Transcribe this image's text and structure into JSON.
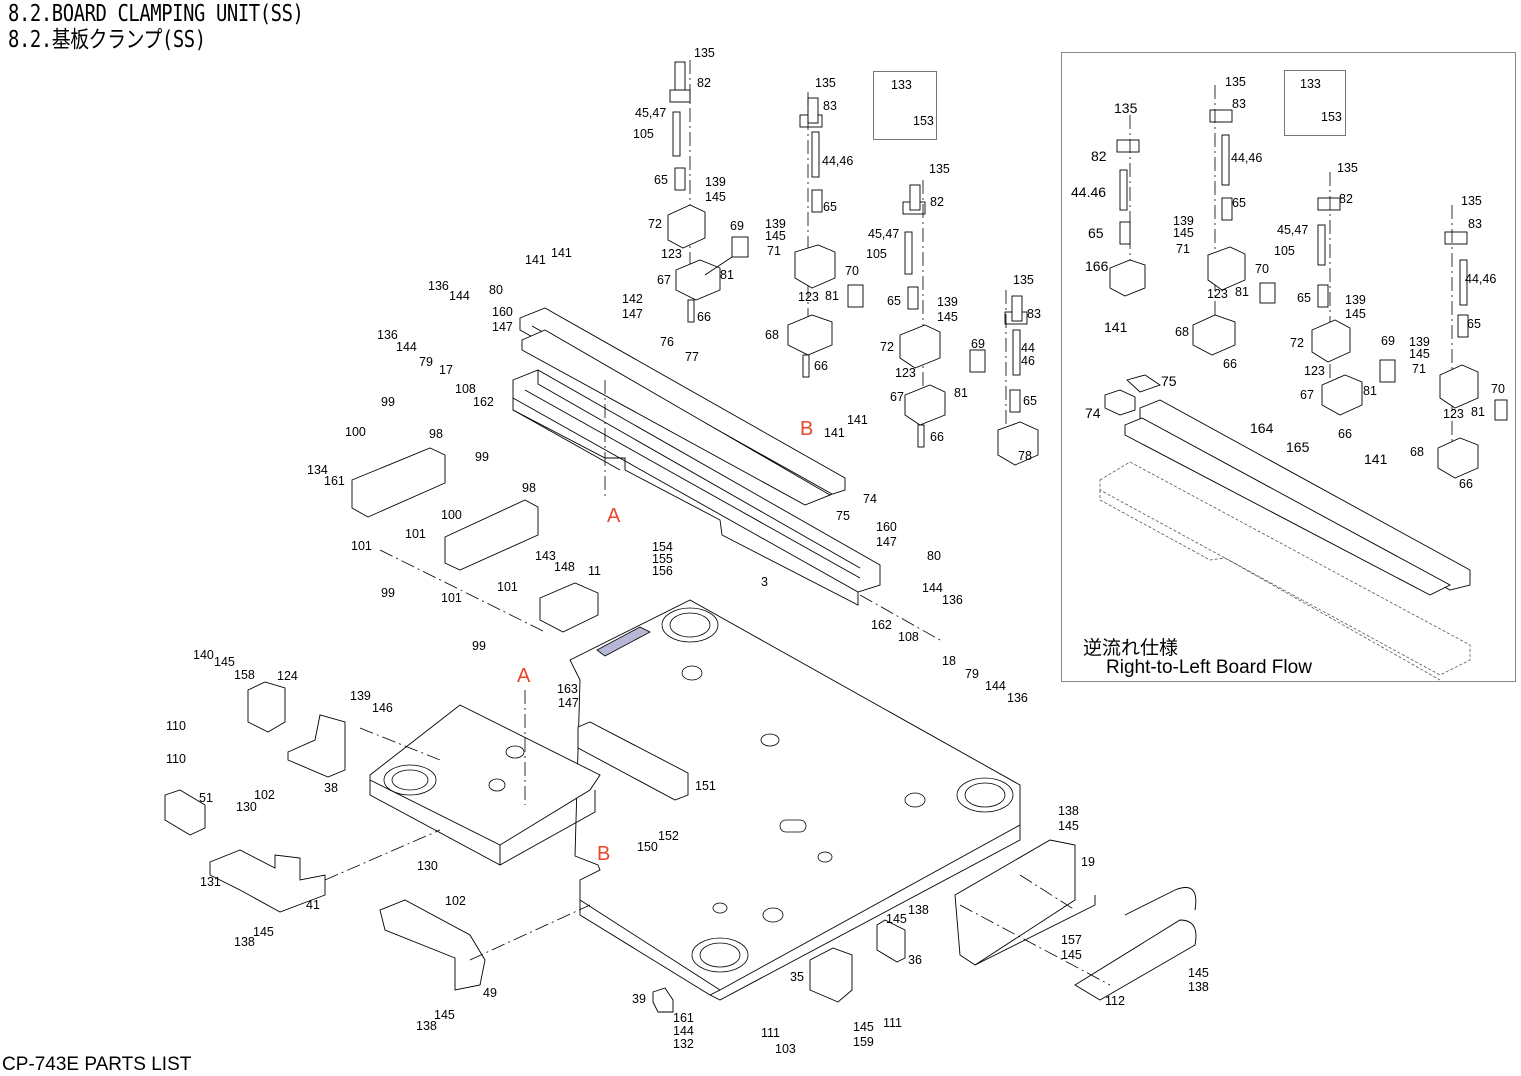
{
  "header": {
    "title_en": "8.2.BOARD CLAMPING UNIT(SS)",
    "title_jp": "8.2.基板クランプ(SS)"
  },
  "footer": {
    "text": "CP-743E PARTS LIST"
  },
  "inset": {
    "note_jp": "逆流れ仕様",
    "note_en": "Right-to-Left Board Flow"
  },
  "colors": {
    "reference_marker": "#e8452a",
    "highlight_part": "#b7b7d8",
    "inset_border": "#888888"
  },
  "reference_markers": [
    {
      "id": "A",
      "text": "A"
    },
    {
      "id": "A2",
      "text": "A"
    },
    {
      "id": "B",
      "text": "B"
    },
    {
      "id": "B2",
      "text": "B"
    }
  ],
  "callouts": {
    "main": [
      "135",
      "82",
      "45,47",
      "105",
      "65",
      "139",
      "145",
      "72",
      "69",
      "123",
      "67",
      "81",
      "66",
      "135",
      "83",
      "44,46",
      "65",
      "139",
      "145",
      "71",
      "70",
      "123",
      "81",
      "68",
      "66",
      "133",
      "153",
      "135",
      "82",
      "45,47",
      "105",
      "65",
      "139",
      "145",
      "72",
      "69",
      "123",
      "81",
      "67",
      "66",
      "135",
      "83",
      "44",
      "46",
      "65",
      "78",
      "141",
      "141",
      "142",
      "147",
      "136",
      "144",
      "80",
      "160",
      "147",
      "136",
      "144",
      "79",
      "17",
      "108",
      "162",
      "76",
      "77",
      "141",
      "141",
      "74",
      "75",
      "160",
      "147",
      "3",
      "99",
      "100",
      "98",
      "134",
      "161",
      "101",
      "101",
      "99",
      "99",
      "100",
      "98",
      "101",
      "101",
      "99",
      "143",
      "148",
      "11",
      "154",
      "155",
      "156",
      "80",
      "144",
      "136",
      "162",
      "108",
      "18",
      "79",
      "144",
      "136",
      "140",
      "145",
      "158",
      "124",
      "110",
      "110",
      "139",
      "146",
      "38",
      "163",
      "147",
      "151",
      "152",
      "150",
      "51",
      "102",
      "130",
      "131",
      "41",
      "138",
      "145",
      "130",
      "102",
      "49",
      "138",
      "145",
      "138",
      "145",
      "19",
      "145",
      "138",
      "36",
      "35",
      "111",
      "111",
      "103",
      "145",
      "159",
      "39",
      "161",
      "144",
      "132",
      "157",
      "145",
      "112",
      "145",
      "138"
    ],
    "inset": [
      "135",
      "82",
      "44.46",
      "65",
      "166",
      "135",
      "83",
      "44,46",
      "65",
      "139",
      "145",
      "71",
      "70",
      "123",
      "81",
      "68",
      "66",
      "133",
      "153",
      "135",
      "82",
      "45,47",
      "105",
      "65",
      "139",
      "145",
      "72",
      "69",
      "123",
      "81",
      "67",
      "66",
      "135",
      "83",
      "44,46",
      "65",
      "139",
      "145",
      "71",
      "70",
      "123",
      "81",
      "68",
      "66",
      "141",
      "75",
      "74",
      "164",
      "165",
      "141"
    ]
  }
}
